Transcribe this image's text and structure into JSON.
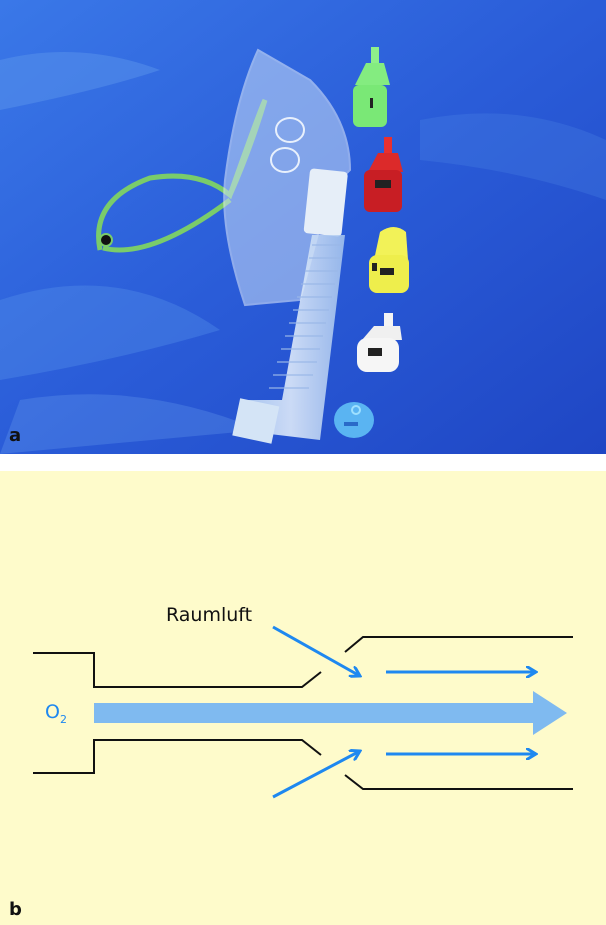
{
  "figure": {
    "panel_a": {
      "label": "a",
      "description": "Photo of venturi oxygen mask with corrugated tube and color-coded jet adapters",
      "colors": {
        "background": "#2a5bd8",
        "adapter_green": "#7ff07a",
        "adapter_red": "#d8202a",
        "adapter_yellow": "#f0f050",
        "adapter_white": "#f4f4f4",
        "adapter_blue": "#5ab0f0"
      }
    },
    "panel_b": {
      "label": "b",
      "room_air_label": "Raumluft",
      "oxygen_label": "O",
      "oxygen_subscript": "2",
      "colors": {
        "background": "#fefbcb",
        "arrow": "#1e88f0",
        "main_flow": "#7fbaf0",
        "outline": "#111111"
      }
    }
  }
}
